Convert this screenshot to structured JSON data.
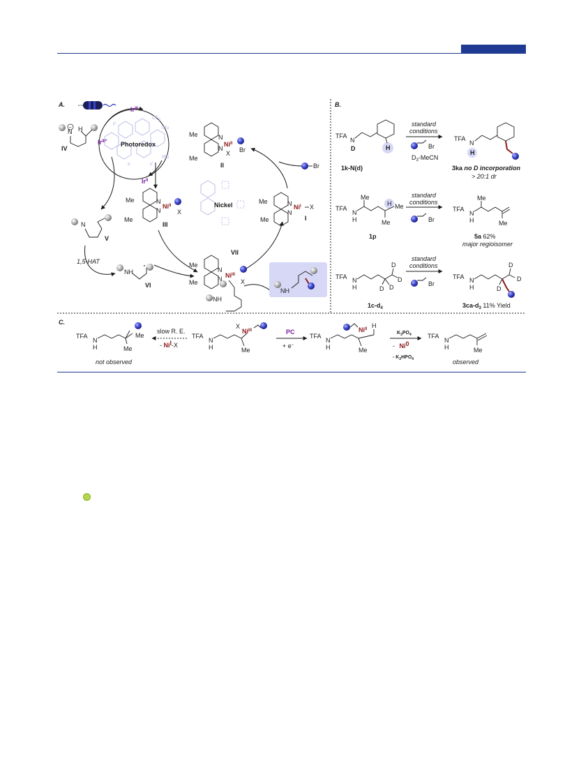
{
  "panels": {
    "a": "A.",
    "b": "B.",
    "c": "C."
  },
  "panelA": {
    "ir_iii": "Ir",
    "ir_iii_sup": "III",
    "ir_iii_star": "Ir",
    "ir_iii_star_sup": "III*",
    "ir_ii": "Ir",
    "ir_ii_sup": "II",
    "photoredox": "Photoredox",
    "nickel": "Nickel",
    "me": "Me",
    "ni": "Ni",
    "ni_i_sup": "I",
    "ni_ii_sup": "II",
    "ni_iii_sup": "III",
    "x": "X",
    "br": "Br",
    "br_reagent": "Br",
    "n": "N",
    "nh": "NH",
    "hat": "1,5-HAT",
    "cf3": "CF",
    "cf3_sub": "3",
    "tbu": "tBu",
    "f": "F",
    "h": "H",
    "label_I": "I",
    "label_II": "II",
    "label_III": "III",
    "label_IV": "IV",
    "label_V": "V",
    "label_VI": "VI",
    "label_VII": "VII",
    "minus": "−"
  },
  "panelB": {
    "tfa": "TFA",
    "d": "D",
    "h": "H",
    "n": "N",
    "me": "Me",
    "br": "Br",
    "cond1": "standard",
    "cond2": "conditions",
    "solvent": "D",
    "solvent_sub": "3",
    "solvent_rest": "-MeCN",
    "r1_sm": "1k-N(d)",
    "r1_prod_bold": "3ka",
    "r1_prod_it": " no D incorporation",
    "r1_dr": "> 20:1 dr",
    "r2_sm": "1p",
    "r2_prod_bold": "5a",
    "r2_prod_yield": " 62%",
    "r2_note": "major regioisomer",
    "r3_sm": "1c-d",
    "r3_sm_sub": "4",
    "r3_prod_bold": "3ca-d",
    "r3_prod_sub": "3",
    "r3_yield": " 11% Yield"
  },
  "panelC": {
    "tfa": "TFA",
    "n": "N",
    "h": "H",
    "me": "Me",
    "x": "X",
    "ni": "Ni",
    "ni_iii_sup": "III",
    "ni_ii_sup": "II",
    "slow_re": "slow R. E.",
    "minus_ni": "- ",
    "ni_i": "Ni",
    "ni_i_sup": "I",
    "ni_i_x": "-X",
    "pc": "PC",
    "plus_e": "+ e",
    "e_sup": "−",
    "k3po4": "K",
    "k3po4_sub1": "3",
    "k3po4_rest": "PO",
    "k3po4_sub2": "4",
    "minus_ni0": "- ",
    "ni0": "Ni",
    "ni0_sup": "0",
    "k2hpo4_pre": "- K",
    "k2hpo4_sub1": "2",
    "k2hpo4_rest": "HPO",
    "k2hpo4_sub2": "4",
    "not_observed": "not observed",
    "observed": "observed"
  },
  "colors": {
    "rule": "#1f3a93",
    "nickel_red": "#8b1a1a",
    "iridium_purple": "#7b1fa2",
    "highlight": "#d6d8f6",
    "blue_ball": "#2b35b8",
    "grey_ball": "#9a9a9a",
    "bullet_green": "#b4d64a"
  }
}
